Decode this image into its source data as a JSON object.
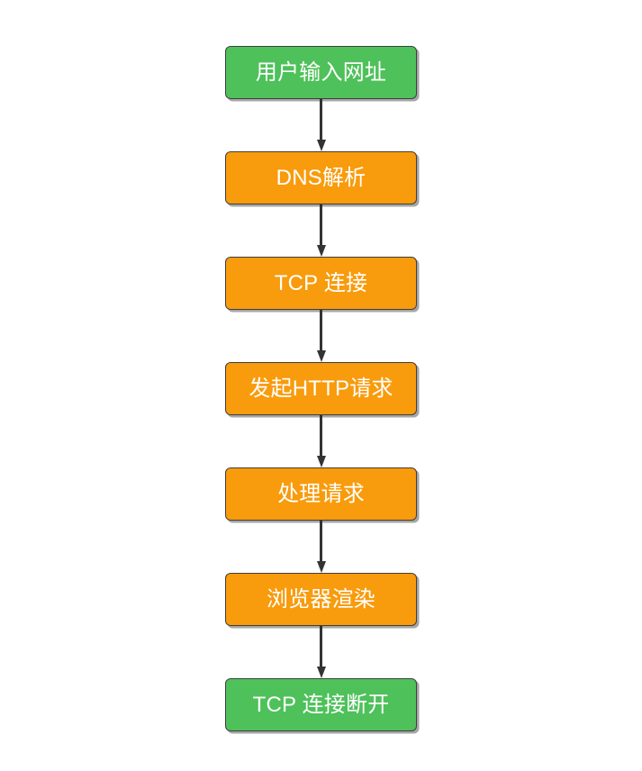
{
  "diagram": {
    "title": "",
    "background_color": "#ffffff",
    "type": "vertical-flowchart",
    "colors": {
      "green": "#4ec15a",
      "orange": "#f89b0c",
      "border": "#3f3f3f",
      "arrow": "#333333",
      "label": "#ffffff",
      "shadow": "#969696"
    },
    "nodes": [
      {
        "id": "node-1",
        "label": "用户输入网址",
        "color": "green"
      },
      {
        "id": "node-2",
        "label": "DNS解析",
        "color": "orange"
      },
      {
        "id": "node-3",
        "label": "TCP 连接",
        "color": "orange"
      },
      {
        "id": "node-4",
        "label": "发起HTTP请求",
        "color": "orange"
      },
      {
        "id": "node-5",
        "label": "处理请求",
        "color": "orange"
      },
      {
        "id": "node-6",
        "label": "浏览器渲染",
        "color": "orange"
      },
      {
        "id": "node-7",
        "label": "TCP 连接断开",
        "color": "green"
      }
    ],
    "connectors": [
      {
        "from": "node-1",
        "to": "node-2",
        "style": "arrow-down"
      },
      {
        "from": "node-2",
        "to": "node-3",
        "style": "arrow-down"
      },
      {
        "from": "node-3",
        "to": "node-4",
        "style": "arrow-down"
      },
      {
        "from": "node-4",
        "to": "node-5",
        "style": "arrow-down"
      },
      {
        "from": "node-5",
        "to": "node-6",
        "style": "arrow-down"
      },
      {
        "from": "node-6",
        "to": "node-7",
        "style": "arrow-down"
      }
    ]
  }
}
